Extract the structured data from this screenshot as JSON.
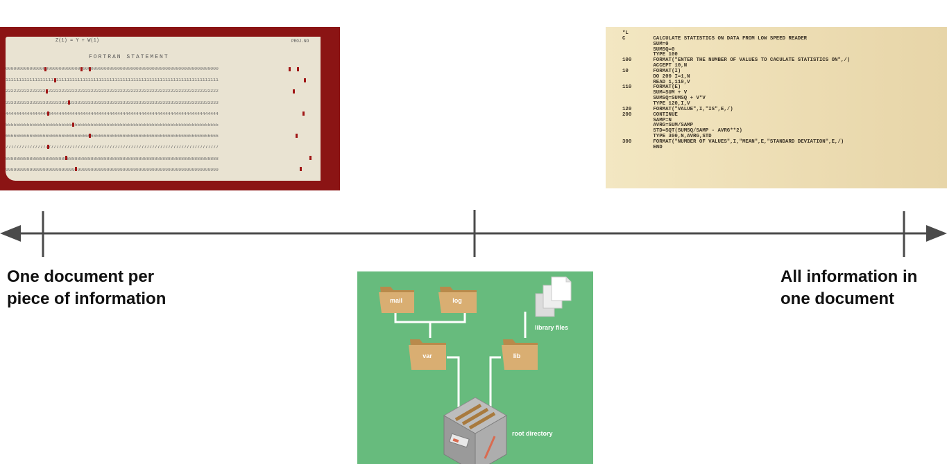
{
  "punch_card": {
    "formula": "Z(1) = Y + W(1)",
    "statement_label": "FORTRAN STATEMENT",
    "proj_label": "PROJ.NO"
  },
  "code_listing": {
    "lines": [
      "*L",
      "C         CALCULATE STATISTICS ON DATA FROM LOW SPEED READER",
      "          SUM=0",
      "          SUMSQ=0",
      "          TYPE 100",
      "100       FORMAT(\"ENTER THE NUMBER OF VALUES TO CACULATE STATISTICS ON\",/)",
      "          ACCEPT 10,N",
      "10        FORMAT(I)",
      "          DO 200 I=1,N",
      "          READ 1,110,V",
      "110       FORMAT(E)",
      "          SUM=SUM + V",
      "          SUMSQ=SUMSQ + V*V",
      "          TYPE 120,I,V",
      "120       FORMAT(\"VALUE\",I,\"IS\",E,/)",
      "200       CONTINUE",
      "          SAMP=N",
      "          AVRG=SUM/SAMP",
      "          STD=SQT(SUMSQ/SAMP - AVRG**2)",
      "          TYPE 300,N,AVRG,STD",
      "300       FORMAT(\"NUMBER OF VALUES\",I,\"MEAN\",E,\"STANDARD DEVIATION\",E,/)",
      "          END"
    ]
  },
  "spectrum": {
    "left_label": "One document per piece of information",
    "right_label": "All information in one document"
  },
  "filesystem": {
    "folders": {
      "mail": "mail",
      "log": "log",
      "var": "var",
      "lib": "lib"
    },
    "library_files_label": "library files",
    "root_label": "root directory"
  },
  "colors": {
    "axis": "#4a4a4a",
    "card_background": "#8b1414",
    "diagram_background": "#67bb7d",
    "folder": "#d4a76a"
  }
}
